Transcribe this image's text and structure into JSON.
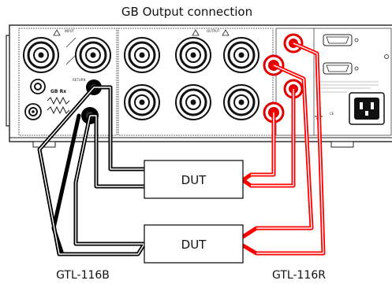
{
  "diagram": {
    "title": "GB Output connection",
    "panel_labels": {
      "input": "INPUT",
      "output": "OUTPUT",
      "gb_rx": "GB Rx",
      "return": "RETURN"
    },
    "duts": [
      {
        "label": "DUT"
      },
      {
        "label": "DUT"
      }
    ],
    "cables": [
      {
        "label": "GTL-116B",
        "color": "#000000"
      },
      {
        "label": "GTL-116R",
        "color": "#ff0000"
      }
    ],
    "colors": {
      "black_lead": "#000000",
      "red_lead": "#ff0000",
      "red_terminal": "#e00000",
      "chassis_line": "#222222"
    }
  }
}
